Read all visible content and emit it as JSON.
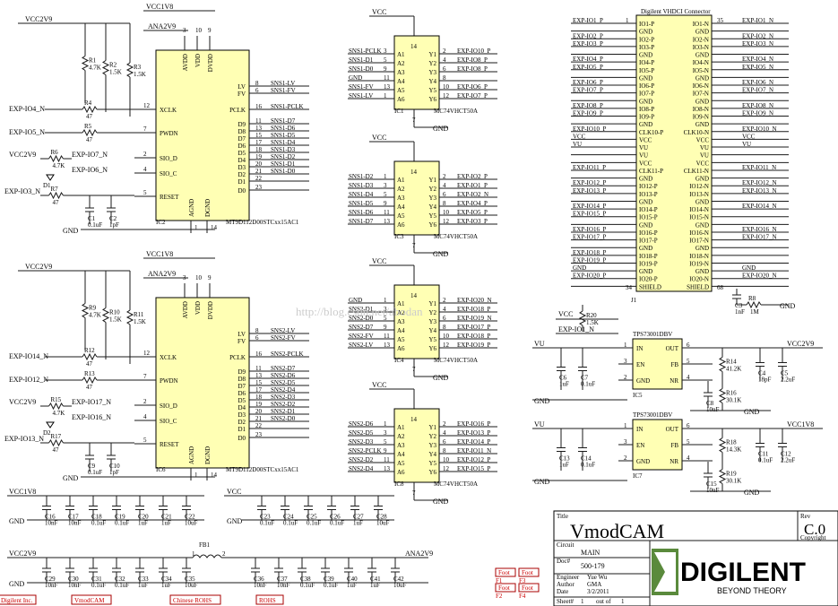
{
  "sections": {
    "top_left": {
      "rails": [
        "VCC2V9",
        "VCC1V8",
        "ANA2V9"
      ],
      "resistors": [
        {
          "ref": "R1",
          "val": "4.7K"
        },
        {
          "ref": "R2",
          "val": "1.5K"
        },
        {
          "ref": "R3",
          "val": "1.5K"
        },
        {
          "ref": "R4",
          "val": "47"
        },
        {
          "ref": "R5",
          "val": "47"
        },
        {
          "ref": "R6",
          "val": "4.7K"
        },
        {
          "ref": "R7",
          "val": "47"
        }
      ],
      "caps": [
        {
          "ref": "C1",
          "val": "0.1uF"
        },
        {
          "ref": "C2",
          "val": "1pF"
        }
      ],
      "diode": "D1",
      "gnd": "GND",
      "nets_in": [
        "EXP-IO4_N",
        "EXP-IO5_N",
        "VCC2V9",
        "EXP-IO7_N",
        "EXP-IO6_N",
        "EXP-IO3_N"
      ],
      "chip": {
        "ref": "IC2",
        "part": "MT9D112D00STCxx15AC1",
        "left_pins": [
          {
            "num": "12",
            "name": "XCLK"
          },
          {
            "num": "7",
            "name": "PWDN"
          },
          {
            "num": "2",
            "name": "SIO_D"
          },
          {
            "num": "4",
            "name": "SIO_C"
          },
          {
            "num": "5",
            "name": "RESET"
          }
        ],
        "top_pins": [
          {
            "num": "3",
            "name": "AVDD"
          },
          {
            "num": "10",
            "name": "VDD"
          },
          {
            "num": "9",
            "name": "DVDD"
          }
        ],
        "bottom_pins": [
          {
            "num": "1",
            "name": "AGND"
          },
          {
            "num": "14",
            "name": "DGND"
          }
        ],
        "right_pins": [
          {
            "num": "8",
            "name": "LV"
          },
          {
            "num": "6",
            "name": "FV"
          },
          {
            "num": "16",
            "name": "PCLK"
          },
          {
            "num": "11",
            "name": "D9"
          },
          {
            "num": "13",
            "name": "D8"
          },
          {
            "num": "15",
            "name": "D7"
          },
          {
            "num": "17",
            "name": "D6"
          },
          {
            "num": "18",
            "name": "D5"
          },
          {
            "num": "19",
            "name": "D4"
          },
          {
            "num": "20",
            "name": "D3"
          },
          {
            "num": "21",
            "name": "D2"
          },
          {
            "num": "22",
            "name": "D1"
          },
          {
            "num": "23",
            "name": "D0"
          }
        ],
        "right_nets": [
          "SNS1-LV",
          "SNS1-FV",
          "SNS1-PCLK",
          "SNS1-D7",
          "SNS1-D6",
          "SNS1-D5",
          "SNS1-D4",
          "SNS1-D3",
          "SNS1-D2",
          "SNS1-D1",
          "SNS1-D0",
          "",
          ""
        ]
      }
    },
    "bottom_left": {
      "rails": [
        "VCC2V9",
        "VCC1V8",
        "ANA2V9"
      ],
      "resistors": [
        {
          "ref": "R9",
          "val": "4.7K"
        },
        {
          "ref": "R10",
          "val": "1.5K"
        },
        {
          "ref": "R11",
          "val": "1.5K"
        },
        {
          "ref": "R12",
          "val": "47"
        },
        {
          "ref": "R13",
          "val": "47"
        },
        {
          "ref": "R15",
          "val": "4.7K"
        },
        {
          "ref": "R17",
          "val": "47"
        }
      ],
      "caps": [
        {
          "ref": "C9",
          "val": "0.1uF"
        },
        {
          "ref": "C10",
          "val": "1pF"
        }
      ],
      "diode": "D2",
      "gnd": "GND",
      "nets_in": [
        "EXP-IO14_N",
        "EXP-IO12_N",
        "VCC2V9",
        "EXP-IO17_N",
        "EXP-IO16_N",
        "EXP-IO13_N"
      ],
      "chip": {
        "ref": "IC6",
        "part": "MT9D112D00STCxx15AC1",
        "right_nets": [
          "SNS2-LV",
          "SNS2-FV",
          "SNS2-PCLK",
          "SNS2-D7",
          "SNS2-D6",
          "SNS2-D5",
          "SNS2-D4",
          "SNS2-D3",
          "SNS2-D2",
          "SNS2-D1",
          "SNS2-D0",
          "",
          ""
        ]
      }
    },
    "buffers": [
      {
        "ref": "IC1",
        "part": "MC74VHCT50A",
        "vcc": "VCC",
        "gnd": "GND",
        "in_nets": [
          "SNS1-PCLK",
          "SNS1-D1",
          "SNS1-D0",
          "GND",
          "SNS1-FV",
          "SNS1-LV"
        ],
        "in_pins": [
          "3",
          "5",
          "9",
          "11",
          "13",
          "1"
        ],
        "pin_names_l": [
          "A1",
          "A2",
          "A3",
          "A4",
          "A5",
          "A6"
        ],
        "pin_names_r": [
          "Y1",
          "Y2",
          "Y3",
          "Y4",
          "Y5",
          "Y6"
        ],
        "out_pins": [
          "2",
          "4",
          "6",
          "8",
          "10",
          "12"
        ],
        "out_nets": [
          "EXP-IO10_P",
          "EXP-IO8_P",
          "EXP-IO8_P",
          "",
          "EXP-IO6_P",
          "EXP-IO7_P"
        ]
      },
      {
        "ref": "IC3",
        "part": "MC74VHCT50A",
        "vcc": "VCC",
        "gnd": "GND",
        "in_nets": [
          "SNS1-D2",
          "SNS1-D3",
          "SNS1-D4",
          "SNS1-D5",
          "SNS1-D6",
          "SNS1-D7"
        ],
        "in_pins": [
          "1",
          "3",
          "5",
          "9",
          "11",
          "13"
        ],
        "pin_names_l": [
          "A1",
          "A2",
          "A3",
          "A4",
          "A5",
          "A6"
        ],
        "pin_names_r": [
          "Y1",
          "Y2",
          "Y3",
          "Y4",
          "Y5",
          "Y6"
        ],
        "out_pins": [
          "2",
          "4",
          "6",
          "8",
          "10",
          "12"
        ],
        "out_nets": [
          "EXP-IO2_P",
          "EXP-IO1_P",
          "EXP-IO2_N",
          "EXP-IO4_P",
          "EXP-IO5_P",
          "EXP-IO3_P"
        ]
      },
      {
        "ref": "IC4",
        "part": "MC74VHCT50A",
        "vcc": "VCC",
        "gnd": "GND",
        "in_nets": [
          "GND",
          "SNS2-D1",
          "SNS2-D0",
          "SNS2-D7",
          "SNS2-FV",
          "SNS2-LV"
        ],
        "in_pins": [
          "1",
          "3",
          "5",
          "9",
          "11",
          "13"
        ],
        "pin_names_l": [
          "A1",
          "A2",
          "A3",
          "A4",
          "A5",
          "A6"
        ],
        "pin_names_r": [
          "Y1",
          "Y2",
          "Y3",
          "Y4",
          "Y5",
          "Y6"
        ],
        "out_pins": [
          "2",
          "4",
          "6",
          "8",
          "10",
          "12"
        ],
        "out_nets": [
          "EXP-IO20_N",
          "EXP-IO18_P",
          "EXP-IO19_N",
          "EXP-IO17_P",
          "EXP-IO18_P",
          "EXP-IO19_P"
        ]
      },
      {
        "ref": "IC8",
        "part": "MC74VHCT50A",
        "vcc": "VCC",
        "gnd": "GND",
        "in_nets": [
          "SNS2-D6",
          "SNS2-D5",
          "SNS2-D3",
          "SNS2-PCLK",
          "SNS2-D2",
          "SNS2-D4"
        ],
        "in_pins": [
          "1",
          "3",
          "5",
          "9",
          "11",
          "13"
        ],
        "pin_names_l": [
          "A1",
          "A2",
          "A3",
          "A4",
          "A5",
          "A6"
        ],
        "pin_names_r": [
          "Y1",
          "Y2",
          "Y3",
          "Y4",
          "Y5",
          "Y6"
        ],
        "out_pins": [
          "2",
          "4",
          "6",
          "8",
          "10",
          "12"
        ],
        "out_nets": [
          "EXP-IO16_P",
          "EXP-IO13_P",
          "EXP-IO14_P",
          "EXP-IO11_N",
          "EXP-IO12_P",
          "EXP-IO15_P"
        ]
      }
    ],
    "connector": {
      "title": "Digilent VHDCI Connector",
      "ref": "J1",
      "left_nets": [
        "EXP-IO1_P",
        "",
        "EXP-IO2_P",
        "EXP-IO3_P",
        "",
        "EXP-IO4_P",
        "EXP-IO5_P",
        "",
        "EXP-IO6_P",
        "EXP-IO7_P",
        "",
        "EXP-IO8_P",
        "EXP-IO9_P",
        "",
        "EXP-IO10_P",
        "VCC",
        "VU",
        "",
        "",
        "EXP-IO11_P",
        "",
        "EXP-IO12_P",
        "EXP-IO13_P",
        "",
        "EXP-IO14_P",
        "EXP-IO15_P",
        "",
        "EXP-IO16_P",
        "EXP-IO17_P",
        "",
        "EXP-IO18_P",
        "EXP-IO19_P",
        "GND",
        "EXP-IO20_P",
        ""
      ],
      "left_pins": [
        "IO1-P",
        "GND",
        "IO2-P",
        "IO3-P",
        "GND",
        "IO4-P",
        "IO5-P",
        "GND",
        "IO6-P",
        "IO7-P",
        "GND",
        "IO8-P",
        "IO9-P",
        "GND",
        "CLK10-P",
        "VCC",
        "VU",
        "VU",
        "VCC",
        "CLK11-P",
        "GND",
        "IO12-P",
        "IO13-P",
        "GND",
        "IO14-P",
        "IO15-P",
        "GND",
        "IO16-P",
        "IO17-P",
        "GND",
        "IO18-P",
        "IO19-P",
        "GND",
        "IO20-P",
        "SHIELD"
      ],
      "right_pins": [
        "IO1-N",
        "GND",
        "IO2-N",
        "IO3-N",
        "GND",
        "IO4-N",
        "IO5-N",
        "GND",
        "IO6-N",
        "IO7-N",
        "GND",
        "IO8-N",
        "IO9-N",
        "GND",
        "CLK10-N",
        "VCC",
        "VU",
        "VU",
        "VCC",
        "CLK11-N",
        "GND",
        "IO12-N",
        "IO13-N",
        "GND",
        "IO14-N",
        "IO15-N",
        "GND",
        "IO16-N",
        "IO17-N",
        "GND",
        "IO18-N",
        "IO19-N",
        "GND",
        "IO20-N",
        "SHIELD"
      ],
      "right_nets": [
        "EXP-IO1_N",
        "",
        "EXP-IO2_N",
        "EXP-IO3_N",
        "",
        "EXP-IO4_N",
        "EXP-IO5_N",
        "",
        "EXP-IO6_N",
        "EXP-IO7_N",
        "",
        "EXP-IO8_N",
        "EXP-IO9_N",
        "",
        "EXP-IO10_N",
        "VCC",
        "VU",
        "",
        "",
        "EXP-IO11_N",
        "",
        "EXP-IO12_N",
        "EXP-IO13_N",
        "",
        "EXP-IO14_N",
        "",
        "",
        "EXP-IO16_N",
        "EXP-IO17_N",
        "",
        "",
        "",
        "GND",
        "EXP-IO20_N",
        ""
      ],
      "pin_top_left": "1",
      "pin_top_right": "35",
      "pin_bot_left": "34",
      "pin_bot_right": "68",
      "shield_parts": [
        {
          "ref": "C3",
          "val": "1nF"
        },
        {
          "ref": "R8",
          "val": "1M"
        }
      ],
      "gnd": "GND"
    },
    "clock": {
      "r_ref": "R20",
      "r_val": "1.5K",
      "vcc": "VCC",
      "net": "EXP-IO1_N"
    },
    "regulators": [
      {
        "ref": "IC5",
        "part": "TPS73001DBV",
        "vin": "VU",
        "vout": "VCC2V9",
        "pins_l": [
          {
            "num": "1",
            "name": "IN"
          },
          {
            "num": "3",
            "name": "EN"
          },
          {
            "num": "2",
            "name": "GND"
          }
        ],
        "pins_r": [
          {
            "num": "6",
            "name": "OUT"
          },
          {
            "num": "5",
            "name": "FB"
          },
          {
            "num": "4",
            "name": "NR"
          }
        ],
        "in_caps": [
          {
            "ref": "C6",
            "val": "1uF"
          },
          {
            "ref": "C7",
            "val": "0.1uF"
          }
        ],
        "fb": [
          {
            "ref": "R14",
            "val": "41.2K"
          },
          {
            "ref": "R16",
            "val": "30.1K"
          }
        ],
        "nr_cap": {
          "ref": "C8",
          "val": "10nF"
        },
        "out_caps": [
          {
            "ref": "C4",
            "val": "18pF"
          },
          {
            "ref": "C5",
            "val": "2.2uF"
          }
        ],
        "gnd": "GND"
      },
      {
        "ref": "IC7",
        "part": "TPS73001DBV",
        "vin": "VU",
        "vout": "VCC1V8",
        "pins_l": [
          {
            "num": "1",
            "name": "IN"
          },
          {
            "num": "3",
            "name": "EN"
          },
          {
            "num": "2",
            "name": "GND"
          }
        ],
        "pins_r": [
          {
            "num": "6",
            "name": "OUT"
          },
          {
            "num": "5",
            "name": "FB"
          },
          {
            "num": "4",
            "name": "NR"
          }
        ],
        "in_caps": [
          {
            "ref": "C13",
            "val": "1uF"
          },
          {
            "ref": "C14",
            "val": "0.1uF"
          }
        ],
        "fb": [
          {
            "ref": "R18",
            "val": "14.3K"
          },
          {
            "ref": "R19",
            "val": "30.1K"
          }
        ],
        "nr_cap": {
          "ref": "C15",
          "val": "10nF"
        },
        "out_caps": [
          {
            "ref": "C11",
            "val": "0.1uF"
          },
          {
            "ref": "C12",
            "val": "2.2uF"
          }
        ],
        "gnd": "GND"
      }
    ],
    "decoupling": [
      {
        "rail": "VCC1V8",
        "gnd": "GND",
        "caps": [
          {
            "ref": "C16",
            "val": "10nF"
          },
          {
            "ref": "C17",
            "val": "10nF"
          },
          {
            "ref": "C18",
            "val": "0.1uF"
          },
          {
            "ref": "C19",
            "val": "0.1uF"
          },
          {
            "ref": "C20",
            "val": "1uF"
          },
          {
            "ref": "C21",
            "val": "1uF"
          },
          {
            "ref": "C22",
            "val": "10uF"
          }
        ]
      },
      {
        "rail": "VCC",
        "gnd": "GND",
        "caps": [
          {
            "ref": "C23",
            "val": "0.1uF"
          },
          {
            "ref": "C24",
            "val": "0.1uF"
          },
          {
            "ref": "C25",
            "val": "0.1uF"
          },
          {
            "ref": "C26",
            "val": "0.1uF"
          },
          {
            "ref": "C27",
            "val": "1uF"
          },
          {
            "ref": "C28",
            "val": "10uF"
          }
        ]
      },
      {
        "rail": "VCC2V9",
        "gnd": "GND",
        "rail2": "ANA2V9",
        "ferrite": "FB1",
        "ferrite_n1": "1",
        "ferrite_n2": "2",
        "caps": [
          {
            "ref": "C29",
            "val": "10nF"
          },
          {
            "ref": "C30",
            "val": "10nF"
          },
          {
            "ref": "C31",
            "val": "0.1uF"
          },
          {
            "ref": "C32",
            "val": "0.1uF"
          },
          {
            "ref": "C33",
            "val": "1uF"
          },
          {
            "ref": "C34",
            "val": "1uF"
          },
          {
            "ref": "C35",
            "val": "10uF"
          }
        ],
        "caps2": [
          {
            "ref": "C36",
            "val": "10nF"
          },
          {
            "ref": "C37",
            "val": "10nF"
          },
          {
            "ref": "C38",
            "val": "0.1uF"
          },
          {
            "ref": "C39",
            "val": "0.1uF"
          },
          {
            "ref": "C40",
            "val": "1uF"
          },
          {
            "ref": "C41",
            "val": "1uF"
          },
          {
            "ref": "C42",
            "val": "10uF"
          }
        ]
      }
    ],
    "watermark": "http://blog.csdn.net/abodan"
  },
  "footprints": [
    {
      "ref": "F1",
      "label": "Foot"
    },
    {
      "ref": "F2",
      "label": "Foot"
    },
    {
      "ref": "F3",
      "label": "Foot"
    },
    {
      "ref": "F4",
      "label": "Foot"
    }
  ],
  "bottom_tabs": [
    "Digilent Inc.",
    "VmodCAM",
    "Chinese ROHS",
    "ROHS"
  ],
  "title_block": {
    "title_label": "Title",
    "title": "VmodCAM",
    "rev_label": "Rev",
    "rev": "C.0",
    "copyright_label": "Copyright",
    "circuit_label": "Circuit",
    "circuit": "MAIN",
    "doc_label": "Doc#",
    "doc": "500-179",
    "engineer_label": "Engineer",
    "engineer": "Yue Wu",
    "author_label": "Author",
    "author": "GMA",
    "date_label": "Date",
    "date": "3/2/2011",
    "sheet_label": "Sheet#",
    "sheet": "1",
    "of_label": "out of",
    "of": "1"
  },
  "logo": {
    "name": "DIGILENT",
    "tagline": "BEYOND THEORY"
  }
}
